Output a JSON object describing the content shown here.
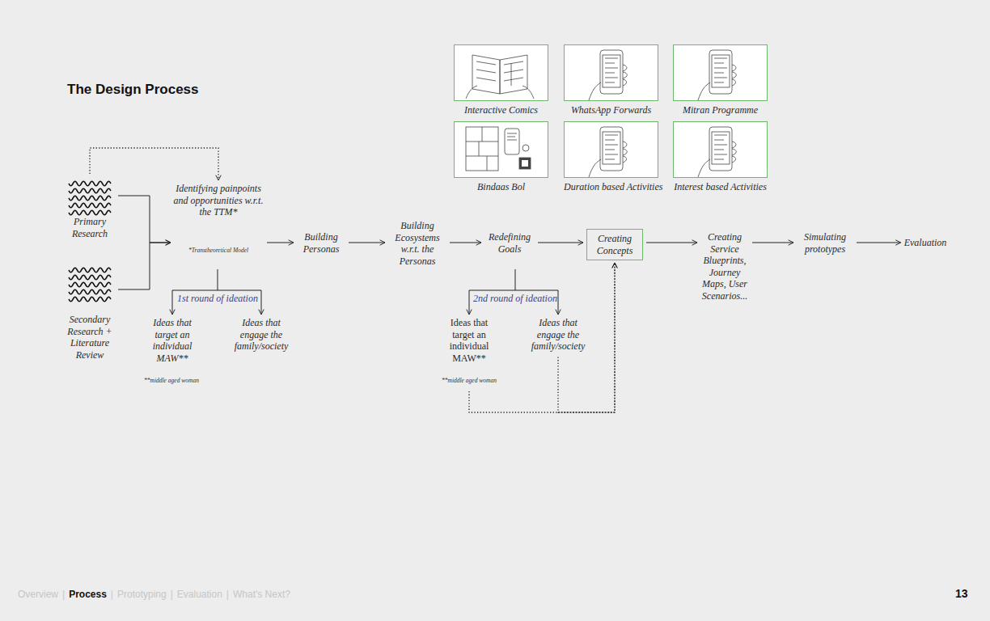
{
  "diagram": {
    "title": "The Design Process",
    "nodes": [
      {
        "text": [
          "Interactive Comics"
        ]
      },
      {
        "text": [
          "WhatsApp Forwards"
        ]
      },
      {
        "text": [
          "Mitran Programme"
        ]
      },
      {
        "text": [
          "Bindaas Bol"
        ]
      },
      {
        "text": [
          "Duration based Activities"
        ]
      },
      {
        "text": [
          "Interest based Activities"
        ]
      },
      {
        "text": [
          "Primary Research"
        ]
      },
      {
        "text": [
          "Secondary Research + Literature Review"
        ]
      },
      {
        "text": [
          "Identifying painpoints and opportunities w.r.t. the TTM*"
        ]
      },
      {
        "text": [
          "1st round of ideation"
        ]
      },
      {
        "text": [
          "Ideas that target an individual MAW**"
        ]
      },
      {
        "text": [
          "Ideas that engage the family/society"
        ]
      },
      {
        "text": [
          "Building Personas"
        ]
      },
      {
        "text": [
          "Building Ecosystems w.r.t. the Personas"
        ]
      },
      {
        "text": [
          "Redefining Goals"
        ]
      },
      {
        "text": [
          "2nd round of ideation"
        ]
      },
      {
        "text": [
          "Ideas that target an individual MAW**"
        ]
      },
      {
        "text": [
          "Ideas that engage the family/society"
        ]
      },
      {
        "text": [
          "Creating Concepts"
        ]
      },
      {
        "text": [
          "Creating Service Blueprints, Journey Maps, User Scenarios..."
        ]
      },
      {
        "text": [
          "Simulating prototypes"
        ]
      },
      {
        "text": [
          "Evaluation"
        ]
      }
    ],
    "edges": [
      {
        "from": 6,
        "to": 8,
        "arrow": "to"
      },
      {
        "from": 6,
        "to": 8,
        "arrow": "to"
      },
      {
        "from": 7,
        "to": 8,
        "arrow": "to"
      },
      {
        "from": 8,
        "to": 12,
        "arrow": "to"
      },
      {
        "from": 12,
        "to": 13,
        "arrow": "to"
      },
      {
        "from": 13,
        "to": 14,
        "arrow": "to"
      },
      {
        "from": 14,
        "to": 18,
        "arrow": "to"
      },
      {
        "from": 18,
        "to": 19,
        "arrow": "to"
      },
      {
        "from": 19,
        "to": 20,
        "arrow": "to"
      },
      {
        "from": 20,
        "to": 21,
        "arrow": "to"
      },
      {
        "from": 8,
        "to": 9,
        "arrow": "none"
      },
      {
        "from": 9,
        "to": 10,
        "arrow": "to"
      },
      {
        "from": 9,
        "to": 11,
        "arrow": "to"
      },
      {
        "from": 14,
        "to": 15,
        "arrow": "none"
      },
      {
        "from": 15,
        "to": 16,
        "arrow": "to"
      },
      {
        "from": 15,
        "to": 17,
        "arrow": "to"
      },
      {
        "from": 16,
        "to": 18,
        "arrow": "to"
      },
      {
        "from": 17,
        "to": 18,
        "arrow": "to"
      }
    ],
    "labels": [
      "*Transtheoretical Model",
      "**middle aged woman",
      "**middle aged woman",
      "Overview",
      "|",
      "Process",
      "|",
      "Prototyping",
      "|",
      "Evaluation",
      "|",
      "What's Next?",
      "13"
    ]
  }
}
